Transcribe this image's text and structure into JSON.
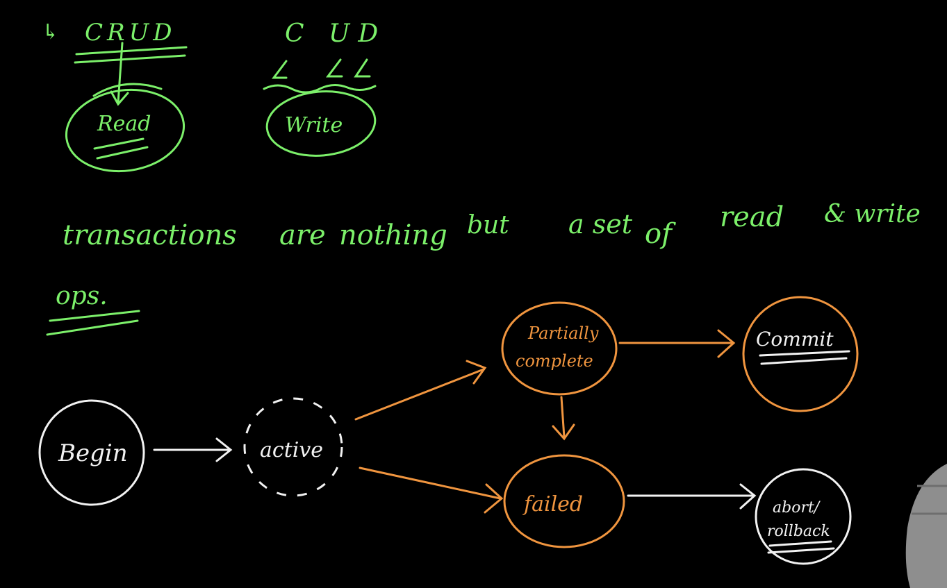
{
  "colors": {
    "background": "#000000",
    "green_ink": "#7CF06A",
    "white_ink": "#F2F2F2",
    "orange_ink": "#F0953F",
    "gray_corner": "#9A9A9A"
  },
  "top_notes": {
    "crud": "CRUD",
    "read": "Read",
    "cud": "C UD",
    "write": "Write",
    "arrow_symbol": "↳"
  },
  "sentence": {
    "w1": "transactions",
    "w2": "are",
    "w3": "nothing",
    "w4": "but",
    "w5": "a set",
    "w6": "of",
    "w7": "read",
    "w8": "& write",
    "w9": "ops."
  },
  "states": {
    "begin": "Begin",
    "active": "active",
    "partially_1": "Partially",
    "partially_2": "complete",
    "failed": "failed",
    "commit": "Commit",
    "abort_1": "abort/",
    "abort_2": "rollback"
  }
}
